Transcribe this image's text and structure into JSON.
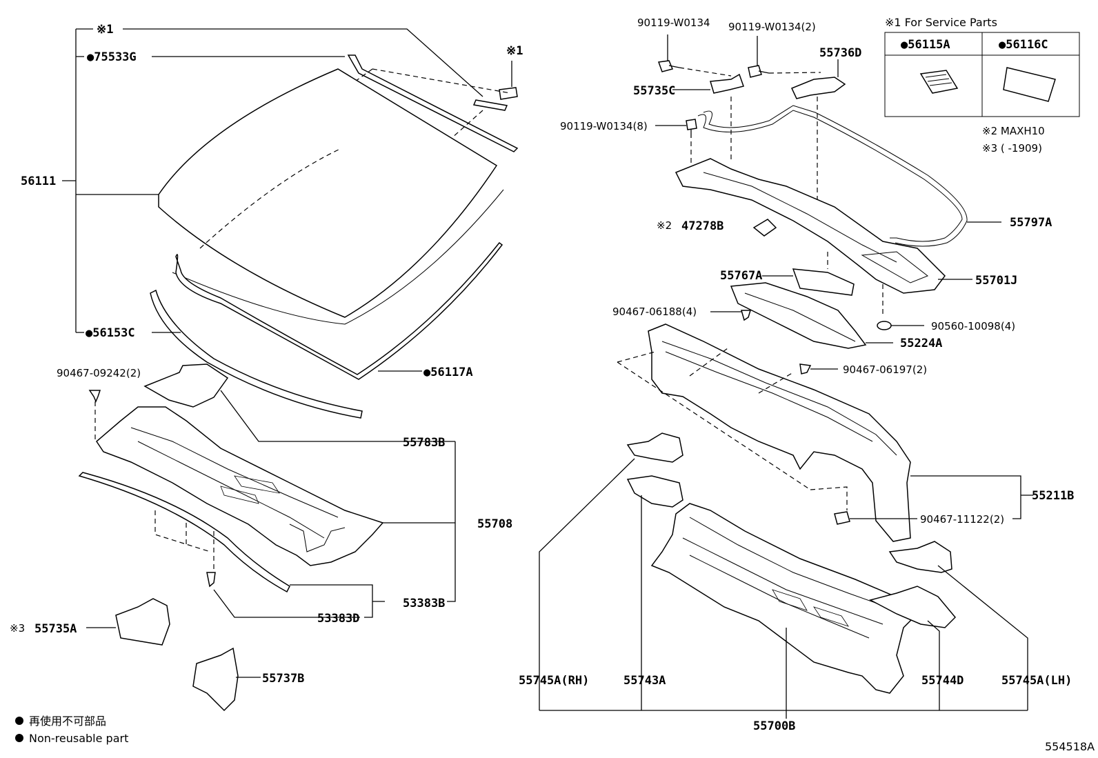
{
  "footer_code": "554518A",
  "service_box": {
    "title": "※1 For Service Parts",
    "parts": [
      "●56115A",
      "●56116C"
    ]
  },
  "notes": {
    "maxh": "※2 MAXH10",
    "date": "※3 (      -1909)"
  },
  "legend": {
    "jp": "再使用不可部品",
    "en": "Non-reusable part"
  },
  "labels": {
    "l_ref1a": "※1",
    "l_ref1b": "※1",
    "l_75533G": "●75533G",
    "l_56111": "56111",
    "l_56153C": "●56153C",
    "l_56117A": "●56117A",
    "l_90467_09242": "90467-09242(2)",
    "l_55783B": "55783B",
    "l_55708": "55708",
    "l_53383B": "53383B",
    "l_53383D": "53383D",
    "l_55735A": "55735A",
    "l_55735A_ref": "※3",
    "l_55737B": "55737B",
    "l_90119_a": "90119-W0134",
    "l_90119_b": "90119-W0134(2)",
    "l_90119_c": "90119-W0134(8)",
    "l_55736D": "55736D",
    "l_55735C": "55735C",
    "l_47278B": "47278B",
    "l_47278B_ref": "※2",
    "l_55797A": "55797A",
    "l_55767A": "55767A",
    "l_55701J": "55701J",
    "l_90467_06188": "90467-06188(4)",
    "l_90560": "90560-10098(4)",
    "l_55224A": "55224A",
    "l_90467_06197": "90467-06197(2)",
    "l_55211B": "55211B",
    "l_90467_11122": "90467-11122(2)",
    "l_55745A_RH": "55745A(RH)",
    "l_55743A": "55743A",
    "l_55744D": "55744D",
    "l_55745A_LH": "55745A(LH)",
    "l_55700B": "55700B"
  }
}
